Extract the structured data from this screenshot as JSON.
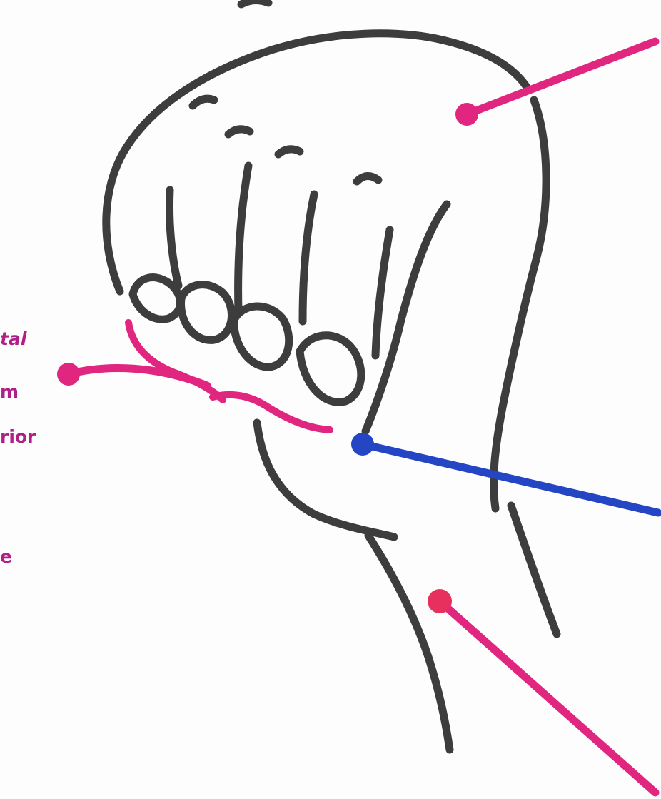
{
  "colors": {
    "outline": "#3d3d3d",
    "pointer_magenta": "#e0267f",
    "pointer_blue": "#2446c4",
    "pointer_red": "#e8305e",
    "label_purple": "#b01f86",
    "paper": "#fdfdfd"
  },
  "labels": {
    "fragment_italic": "tal",
    "fragment_1": "m",
    "fragment_2": "rior",
    "fragment_3": "e"
  }
}
